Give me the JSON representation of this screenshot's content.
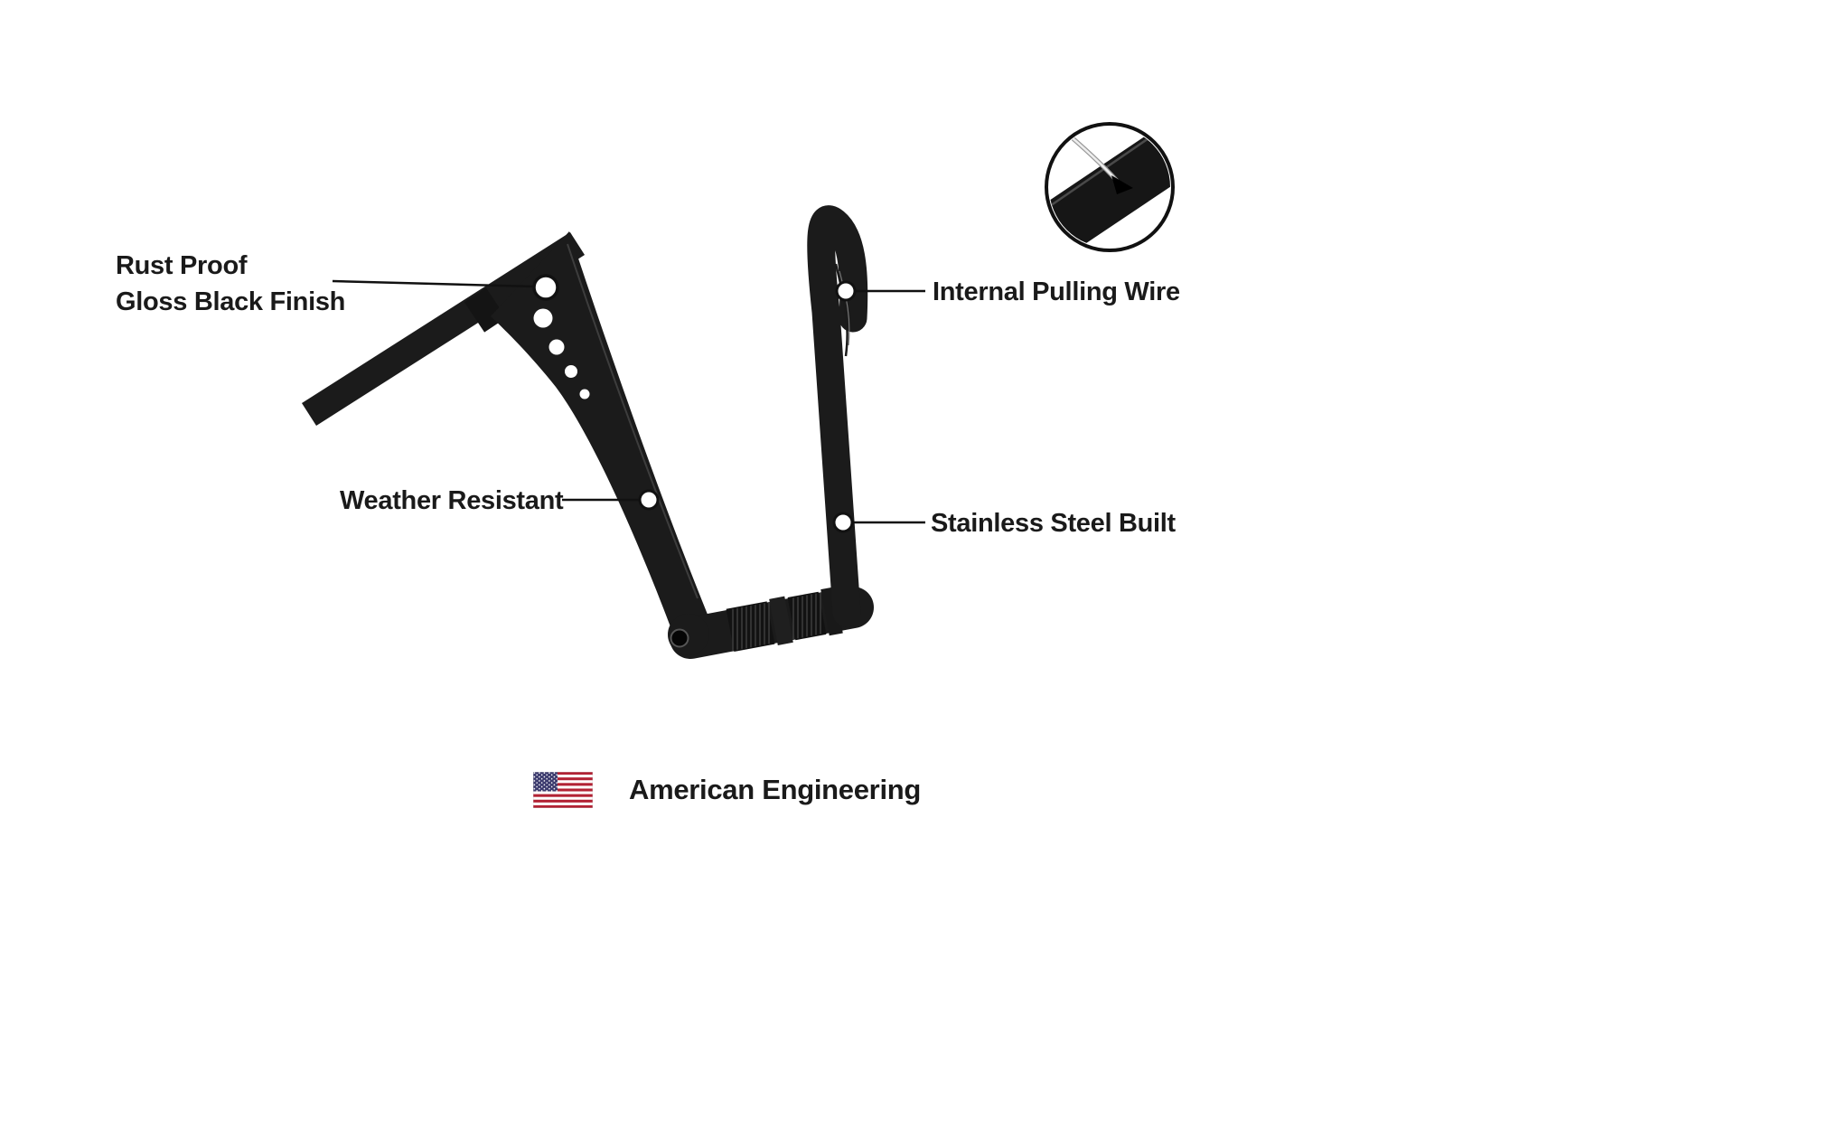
{
  "callouts": {
    "rust_proof": "Rust Proof\nGloss Black Finish",
    "weather_resistant": "Weather Resistant",
    "internal_pulling_wire": "Internal Pulling Wire",
    "stainless_steel_built": "Stainless Steel Built"
  },
  "footer": {
    "label": "American Engineering"
  },
  "icons": {
    "flag": "us-flag-icon",
    "inset": "internal-wire-detail-inset"
  },
  "colors": {
    "bar_black": "#1b1b1b",
    "text": "#1a1a1a",
    "callout_line": "#111111",
    "flag_red": "#b22234",
    "flag_blue": "#3c3b6e"
  }
}
